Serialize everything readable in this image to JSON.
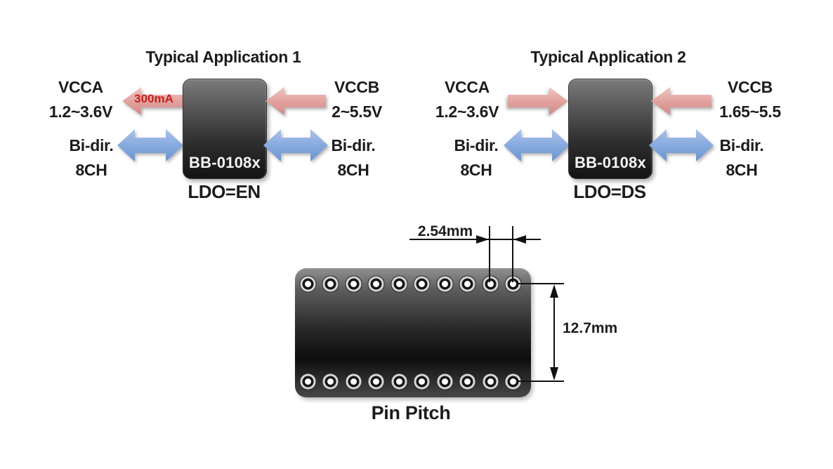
{
  "colors": {
    "background": "#ffffff",
    "text": "#1c1c1c",
    "supply_arrow_light": "#f2c3c0",
    "supply_arrow_dark": "#cf8b87",
    "bus_arrow_light": "#a8c2ec",
    "bus_arrow_dark": "#6b93d1",
    "current_label_red": "#c2231e",
    "chip_body_dark": "#131313",
    "chip_label_text": "#f4f4f4"
  },
  "applications": [
    {
      "title": "Typical Application 1",
      "chip_label": "BB-0108x",
      "ldo_label": "LDO=EN",
      "left": {
        "rail_name": "VCCA",
        "rail_range": "1.2~3.6V",
        "supply_arrow_direction": "out-of-chip-left",
        "supply_arrow_label": "300mA",
        "bus_line1": "Bi-dir.",
        "bus_line2": "8CH"
      },
      "right": {
        "rail_name": "VCCB",
        "rail_range": "2~5.5V",
        "supply_arrow_direction": "into-chip-left",
        "bus_line1": "Bi-dir.",
        "bus_line2": "8CH"
      }
    },
    {
      "title": "Typical Application 2",
      "chip_label": "BB-0108x",
      "ldo_label": "LDO=DS",
      "left": {
        "rail_name": "VCCA",
        "rail_range": "1.2~3.6V",
        "supply_arrow_direction": "into-chip-right",
        "bus_line1": "Bi-dir.",
        "bus_line2": "8CH"
      },
      "right": {
        "rail_name": "VCCB",
        "rail_range": "1.65~5.5",
        "supply_arrow_direction": "into-chip-left",
        "bus_line1": "Bi-dir.",
        "bus_line2": "8CH"
      }
    }
  ],
  "pin_pitch": {
    "title": "Pin Pitch",
    "horizontal_pitch_label": "2.54mm",
    "vertical_pitch_label": "12.7mm",
    "pins_per_row": 10,
    "rows": 2
  }
}
